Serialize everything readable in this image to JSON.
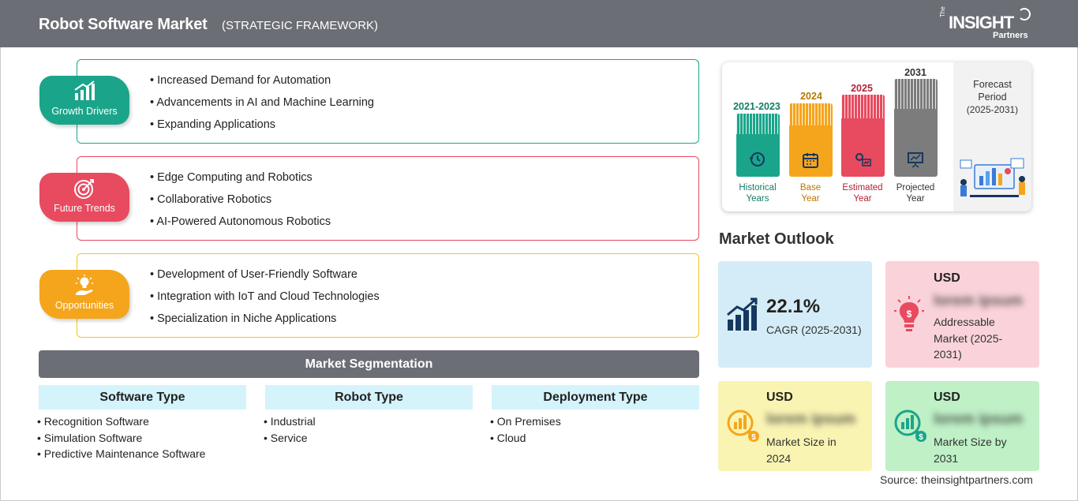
{
  "header": {
    "title": "Robot Software Market",
    "subtitle": "(STRATEGIC FRAMEWORK)",
    "logo": {
      "the": "The",
      "insight": "INSIGHT",
      "partners": "Partners"
    }
  },
  "categories": [
    {
      "label": "Growth Drivers",
      "color": "#1aa58b",
      "icon": "bar-growth-icon",
      "items": [
        "Increased Demand for Automation",
        "Advancements in AI and Machine Learning",
        "Expanding Applications"
      ]
    },
    {
      "label": "Future Trends",
      "color": "#e84a5f",
      "icon": "target-icon",
      "items": [
        "Edge Computing and Robotics",
        "Collaborative Robotics",
        "AI-Powered Autonomous Robotics"
      ]
    },
    {
      "label": "Opportunities",
      "color": "#f5a51c",
      "icon": "lightbulb-hand-icon",
      "items": [
        "Development of User-Friendly Software",
        "Integration with IoT and Cloud Technologies",
        "Specialization in Niche Applications"
      ]
    }
  ],
  "segmentation": {
    "title": "Market Segmentation",
    "columns": [
      {
        "header": "Software Type",
        "items": [
          "Recognition Software",
          "Simulation Software",
          "Predictive Maintenance Software"
        ]
      },
      {
        "header": "Robot Type",
        "items": [
          "Industrial",
          "Service"
        ]
      },
      {
        "header": "Deployment Type",
        "items": [
          "On Premises",
          "Cloud"
        ]
      }
    ]
  },
  "timeline": {
    "bars": [
      {
        "year": "2021-2023",
        "label_line1": "Historical",
        "label_line2": "Years",
        "color": "#1aa58b",
        "text_color": "#137d68"
      },
      {
        "year": "2024",
        "label_line1": "Base",
        "label_line2": "Year",
        "color": "#f5a51c",
        "text_color": "#b87806"
      },
      {
        "year": "2025",
        "label_line1": "Estimated",
        "label_line2": "Year",
        "color": "#e84a5f",
        "text_color": "#b3243a"
      },
      {
        "year": "2031",
        "label_line1": "Projected",
        "label_line2": "Year",
        "color": "#7c7c7c",
        "text_color": "#333333"
      }
    ],
    "forecast_line1": "Forecast",
    "forecast_line2": "Period",
    "forecast_period": "(2025-2031)"
  },
  "outlook": {
    "title": "Market Outlook",
    "cagr_value": "22.1%",
    "cagr_label": "CAGR (2025-2031)",
    "addressable": {
      "currency": "USD",
      "value": "lorem ipsum",
      "line1": "Addressable",
      "line2": "Market (2025-",
      "line3": "2031)"
    },
    "size2024": {
      "currency": "USD",
      "value": "lorem ipsum",
      "line1": "Market Size in",
      "line2": "2024"
    },
    "size2031": {
      "currency": "USD",
      "value": "lorem ipsum",
      "line1": "Market Size by",
      "line2": "2031"
    },
    "colors": {
      "cagr": "#d4ecf7",
      "addressable": "#f9d3d9",
      "size2024": "#faf4b3",
      "size2031": "#bff0c6",
      "icon_navy": "#16375e"
    }
  },
  "source": "Source: theinsightpartners.com"
}
